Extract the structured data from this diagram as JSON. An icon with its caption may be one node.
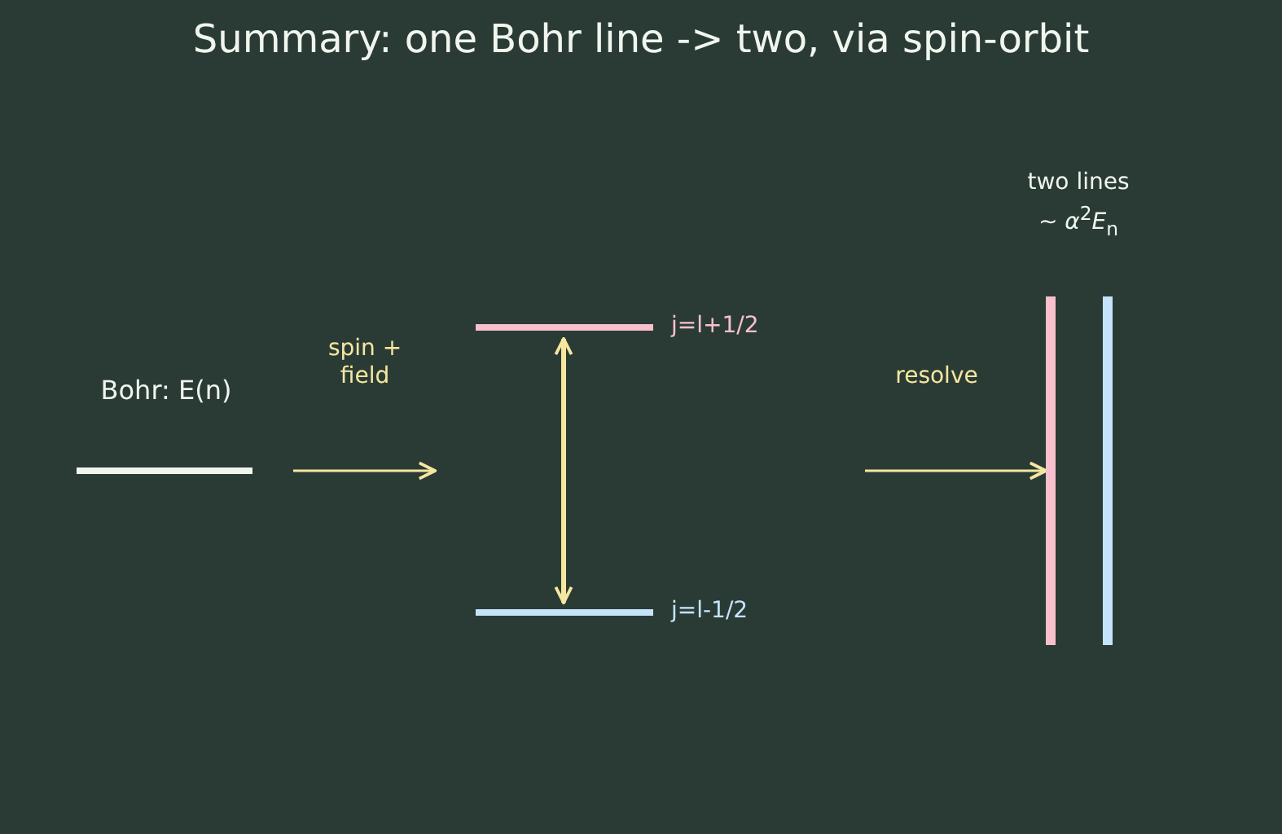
{
  "diagram": {
    "title": "Summary: one Bohr line -> two, via spin-orbit",
    "nodes": [
      {
        "text": [
          "Bohr: E(n)"
        ]
      },
      {
        "text": [
          "j=l+1/2"
        ]
      },
      {
        "text": [
          "j=l-1/2"
        ]
      },
      {
        "text": [],
        "shape": "bar"
      },
      {
        "text": [],
        "shape": "bar"
      }
    ],
    "edges": [
      {
        "from": 0,
        "to": null,
        "arrow": "to",
        "label": "spin + field"
      },
      {
        "from": 1,
        "to": 2,
        "arrow": "both"
      },
      {
        "from": null,
        "to": 3,
        "arrow": "to",
        "label": "resolve"
      }
    ],
    "labels": [
      "two lines",
      "~ *α*$^{2}$*E*$_{n}$"
    ]
  }
}
